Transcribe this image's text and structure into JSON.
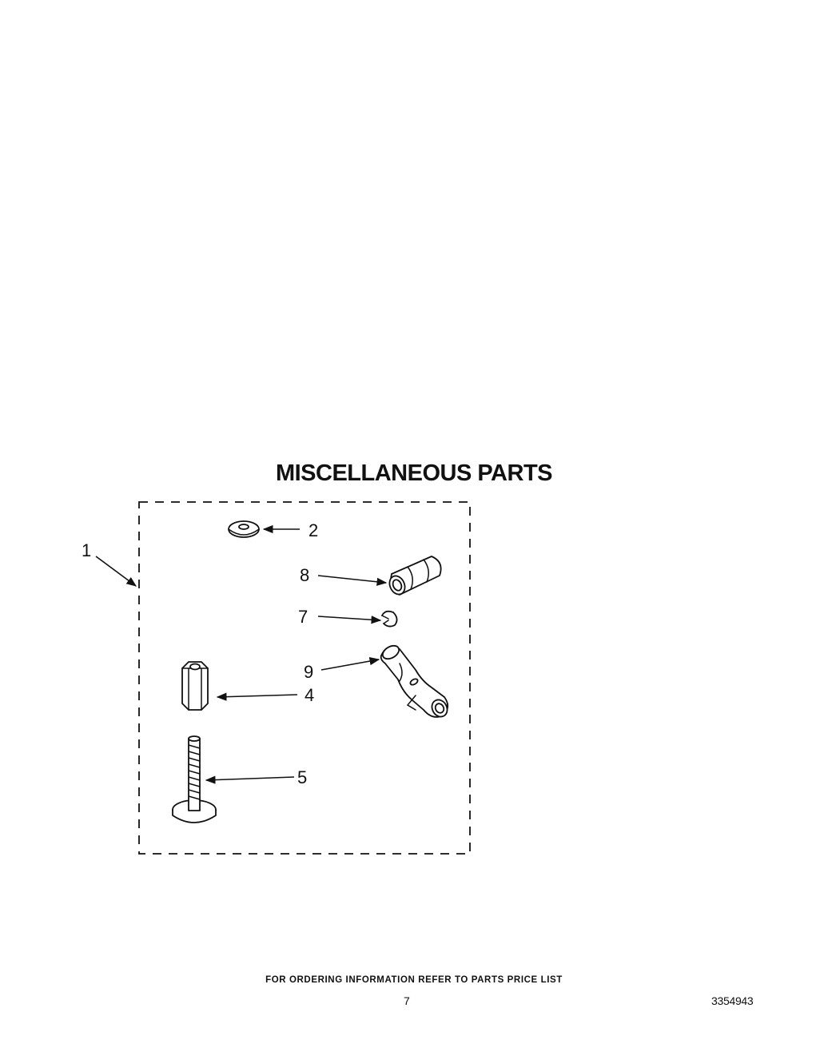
{
  "title": "MISCELLANEOUS PARTS",
  "callouts": {
    "c1": "1",
    "c2": "2",
    "c4": "4",
    "c5": "5",
    "c7": "7",
    "c8": "8",
    "c9": "9"
  },
  "footer": {
    "ordering_note": "FOR ORDERING INFORMATION REFER TO PARTS PRICE LIST",
    "page_number": "7",
    "document_number": "3354943"
  }
}
